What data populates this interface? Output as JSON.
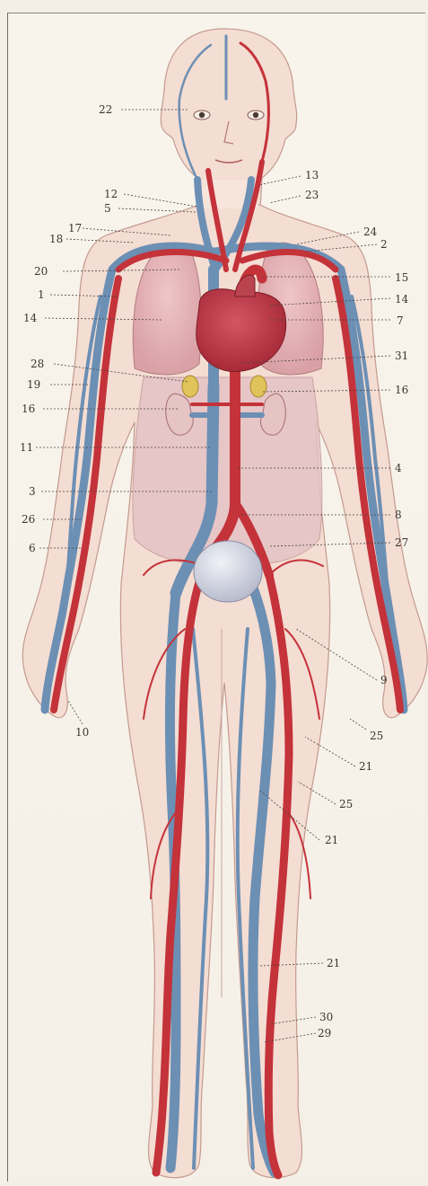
{
  "header": {
    "caption": ""
  },
  "colors": {
    "artery": "#c4323a",
    "vein": "#6c8fb4",
    "skin": "#f2d8cd",
    "lung": "#e6b3b6",
    "heart": "#c03a48",
    "bladder": "#d6d8e6",
    "outline": "#b98b80"
  },
  "labels": [
    {
      "id": "l1",
      "text": "1"
    },
    {
      "id": "l2",
      "text": "2"
    },
    {
      "id": "l3",
      "text": "3"
    },
    {
      "id": "l4",
      "text": "4"
    },
    {
      "id": "l5",
      "text": "5"
    },
    {
      "id": "l6",
      "text": "6"
    },
    {
      "id": "l7",
      "text": "7"
    },
    {
      "id": "l8",
      "text": "8"
    },
    {
      "id": "l9",
      "text": "9"
    },
    {
      "id": "l10",
      "text": "10"
    },
    {
      "id": "l11",
      "text": "11"
    },
    {
      "id": "l12",
      "text": "12"
    },
    {
      "id": "l13",
      "text": "13"
    },
    {
      "id": "l14a",
      "text": "14"
    },
    {
      "id": "l14b",
      "text": "14"
    },
    {
      "id": "l15",
      "text": "15"
    },
    {
      "id": "l16a",
      "text": "16"
    },
    {
      "id": "l16b",
      "text": "16"
    },
    {
      "id": "l17",
      "text": "17"
    },
    {
      "id": "l18",
      "text": "18"
    },
    {
      "id": "l19",
      "text": "19"
    },
    {
      "id": "l20",
      "text": "20"
    },
    {
      "id": "l21a",
      "text": "21"
    },
    {
      "id": "l21b",
      "text": "21"
    },
    {
      "id": "l21c",
      "text": "21"
    },
    {
      "id": "l22",
      "text": "22"
    },
    {
      "id": "l23",
      "text": "23"
    },
    {
      "id": "l24",
      "text": "24"
    },
    {
      "id": "l25a",
      "text": "25"
    },
    {
      "id": "l25b",
      "text": "25"
    },
    {
      "id": "l26",
      "text": "26"
    },
    {
      "id": "l27",
      "text": "27"
    },
    {
      "id": "l28",
      "text": "28"
    },
    {
      "id": "l29",
      "text": "29"
    },
    {
      "id": "l30",
      "text": "30"
    },
    {
      "id": "l31",
      "text": "31"
    }
  ]
}
